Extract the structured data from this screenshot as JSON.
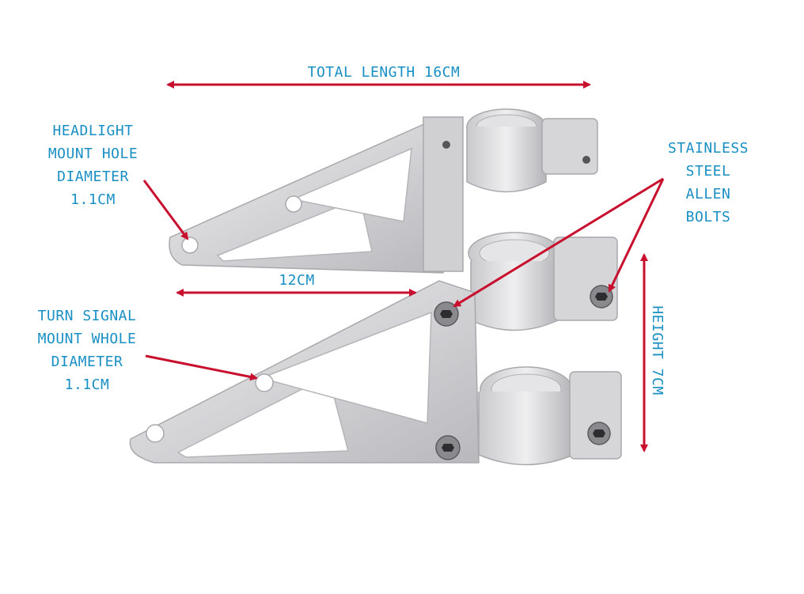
{
  "labels": {
    "total_length": "TOTAL LENGTH 16CM",
    "headlight": [
      "HEADLIGHT",
      "MOUNT HOLE",
      "DIAMETER",
      "1.1CM"
    ],
    "stainless": [
      "STAINLESS",
      "STEEL",
      "ALLEN",
      "BOLTS"
    ],
    "width_12": "12CM",
    "turn_signal": [
      "TURN SIGNAL",
      "MOUNT WHOLE",
      "DIAMETER",
      "1.1CM"
    ],
    "height": "HEIGHT 7CM"
  },
  "colors": {
    "label_text": "#1a8fc4",
    "arrow": "#c8102e",
    "metal": "#d9d9db",
    "metal_shadow": "#a9a9ad"
  },
  "icons": [
    "bracket-upper-image",
    "bracket-lower-image",
    "allen-bolt-icon",
    "dimension-arrow-icon"
  ]
}
